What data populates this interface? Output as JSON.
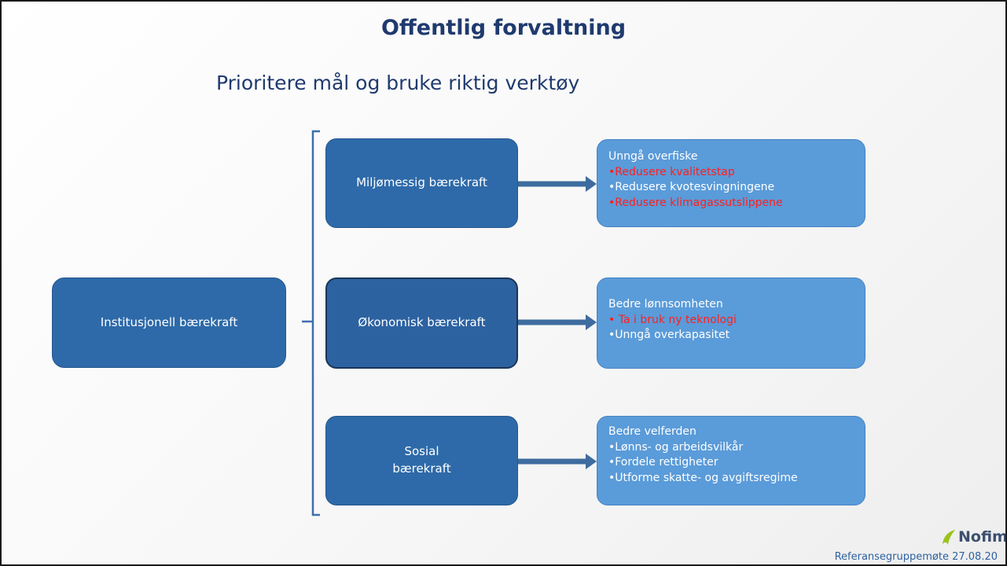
{
  "title": "Offentlig forvaltning",
  "subtitle": "Prioritere mål og bruke riktig verktøy",
  "left_box": "Institusjonell bærekraft",
  "pillars": [
    {
      "label": "Miljømessig bærekraft"
    },
    {
      "label": "Økonomisk bærekraft"
    },
    {
      "label_line1": "Sosial",
      "label_line2": "bærekraft"
    }
  ],
  "details": [
    {
      "heading": "Unngå overfiske",
      "items": [
        {
          "text": "•Redusere kvalitetstap",
          "highlight": true
        },
        {
          "text": "•Redusere kvotesvingningene",
          "highlight": false
        },
        {
          "text": "•Redusere klimagassutslippene",
          "highlight": true
        }
      ]
    },
    {
      "heading": "Bedre lønnsomheten",
      "items": [
        {
          "text": "• Ta i bruk ny teknologi",
          "highlight": true
        },
        {
          "text": "•Unngå overkapasitet",
          "highlight": false
        }
      ]
    },
    {
      "heading": "Bedre velferden",
      "items": [
        {
          "text": "•Lønns- og arbeidsvilkår",
          "highlight": false
        },
        {
          "text": "•Fordele rettigheter",
          "highlight": false
        },
        {
          "text": "•Utforme skatte- og avgiftsregime",
          "highlight": false
        }
      ]
    }
  ],
  "logo": "Nofima",
  "footer": "Referansegruppemøte 27.08.20",
  "colors": {
    "title": "#1f3a6e",
    "box_dark": "#2e6aa9",
    "box_light": "#5a9bd9",
    "highlight": "#ff1f1f",
    "logo_mark": "#9bc31c"
  }
}
